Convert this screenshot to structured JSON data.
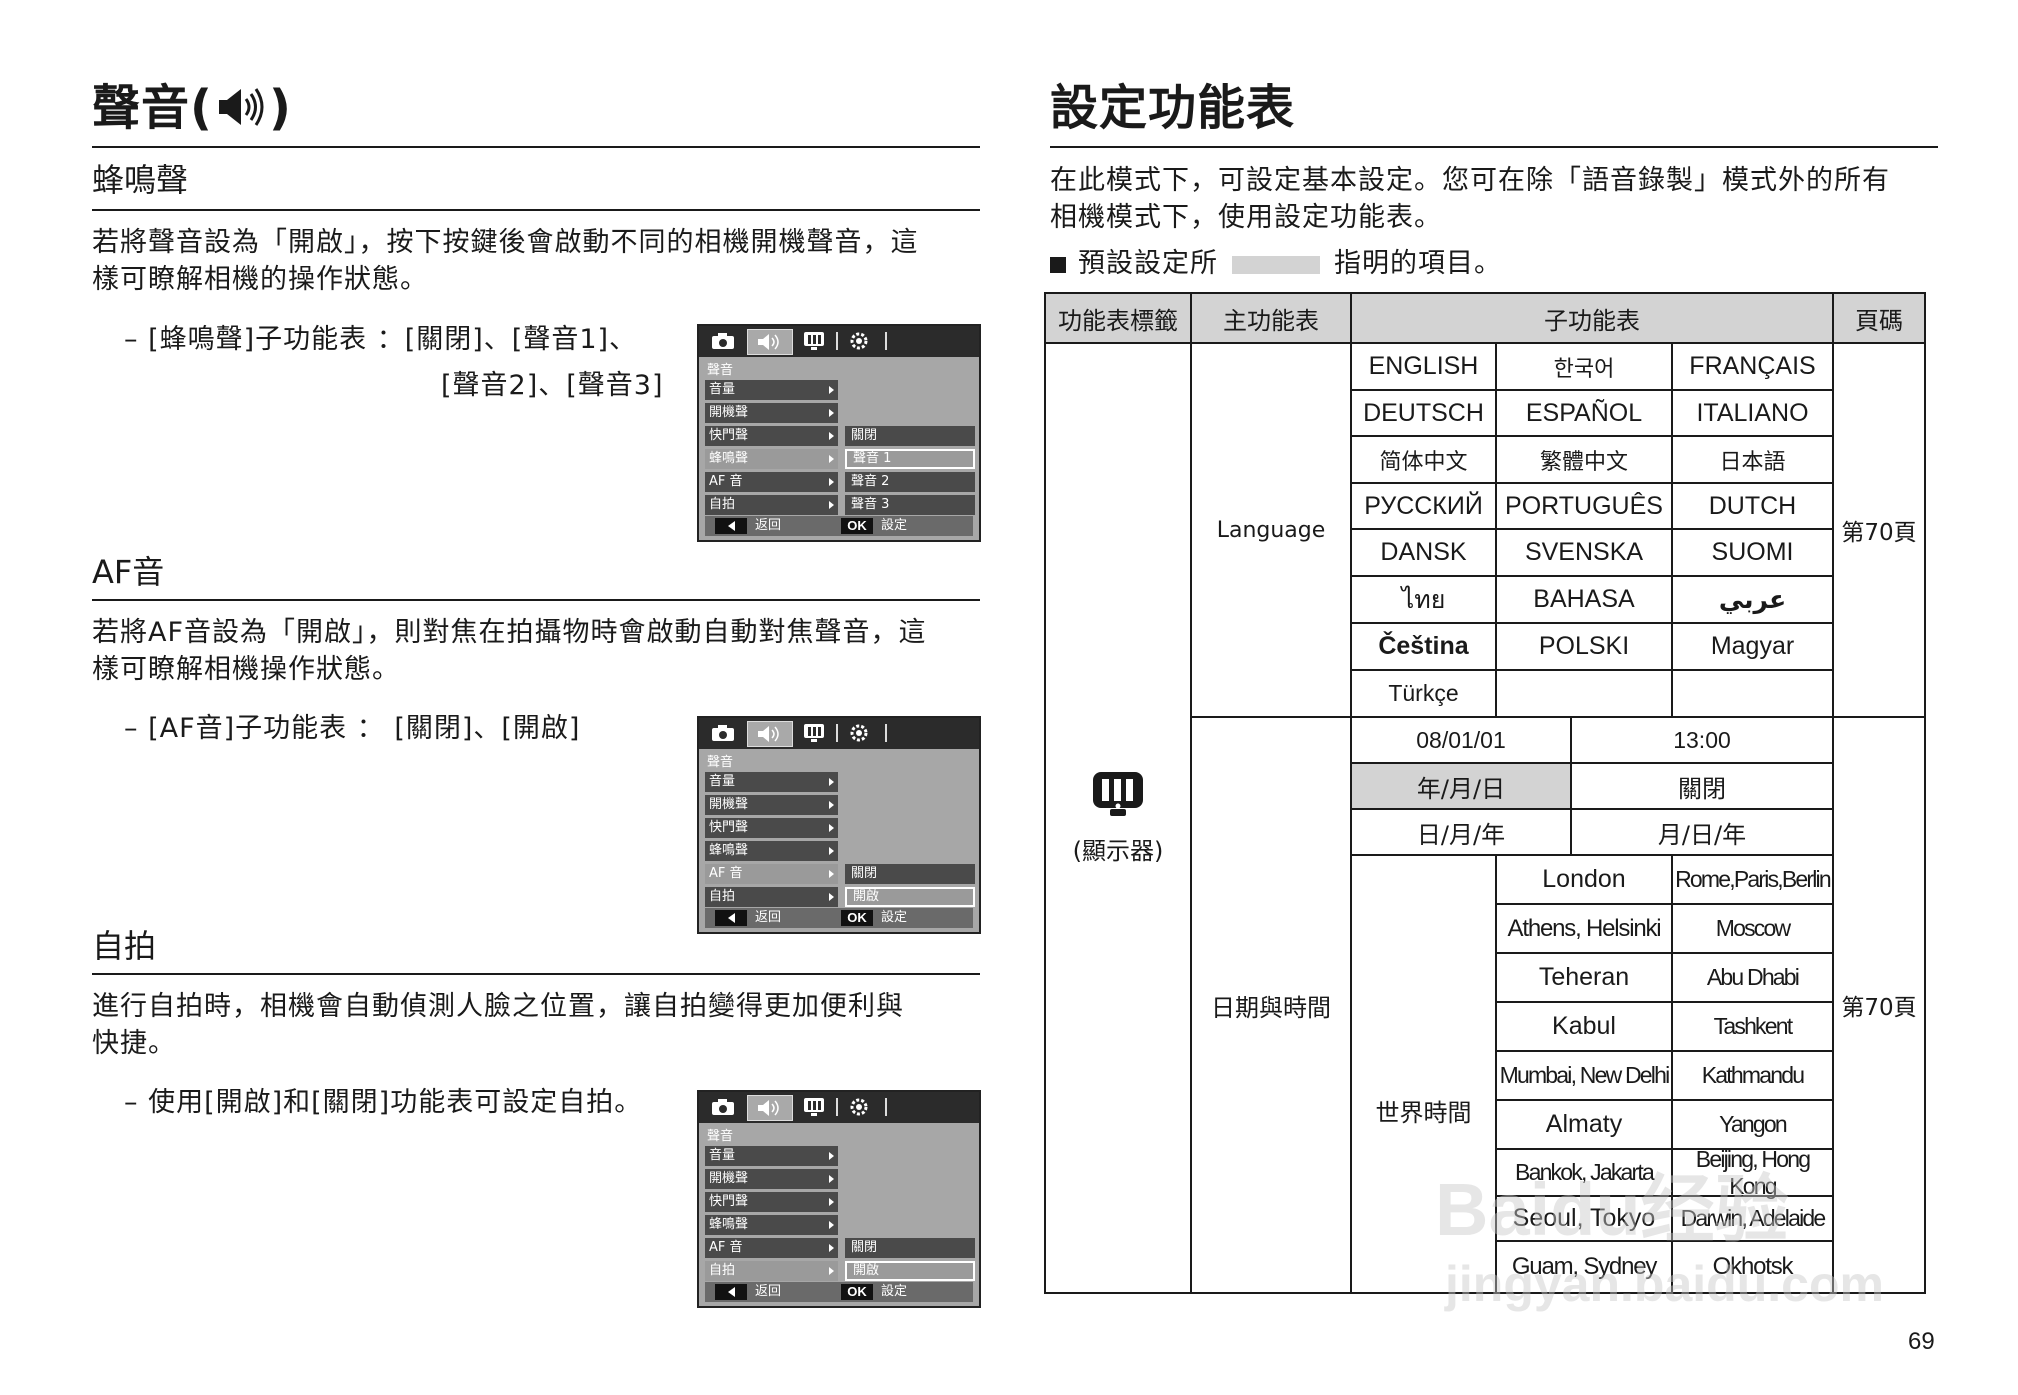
{
  "left_page": {
    "title": "聲音(",
    "title_close": ")",
    "sections": [
      {
        "heading": "蜂鳴聲",
        "body": [
          "若將聲音設為「開啟」，按下按鍵後會啟動不同的相機開機聲音，這",
          "樣可瞭解相機的操作狀態。"
        ],
        "bullet_line1": "–  [蜂鳴聲]子功能表  ：[關閉]、[聲音1]、",
        "bullet_line2": "[聲音2]、[聲音3]"
      },
      {
        "heading": "AF音",
        "body": [
          "若將AF音設為「開啟」，則對焦在拍攝物時會啟動自動對焦聲音，這",
          "樣可瞭解相機操作狀態。"
        ],
        "bullet_line1": "–  [AF音]子功能表  ：  [關閉]、[開啟]"
      },
      {
        "heading": "自拍",
        "body": [
          "進行自拍時，相機會自動偵測人臉之位置，讓自拍變得更加便利與",
          "快捷。"
        ],
        "bullet_line1": "–  使用[開啟]和[關閉]功能表可設定自拍。"
      }
    ],
    "camera_menu": {
      "tabs": [
        "camera-icon",
        "speaker-icon",
        "display-icon",
        "settings-gear-icon"
      ],
      "title": "聲音",
      "items": [
        "音量",
        "開機聲",
        "快門聲",
        "蜂鳴聲",
        "AF 音",
        "自拍"
      ],
      "back_label": "返回",
      "ok_key": "OK",
      "ok_label": "設定",
      "screens": [
        {
          "highlighted_item": 3,
          "options": [
            "關閉",
            "聲音 1",
            "聲音 2",
            "聲音 3"
          ],
          "options_start_row": 2,
          "selected_option": 1
        },
        {
          "highlighted_item": 4,
          "options": [
            "關閉",
            "開啟"
          ],
          "options_start_row": 4,
          "selected_option": 1
        },
        {
          "highlighted_item": 5,
          "options": [
            "關閉",
            "開啟"
          ],
          "options_start_row": 4,
          "selected_option": 1
        }
      ]
    }
  },
  "right_page": {
    "title": "設定功能表",
    "intro": [
      "在此模式下，可設定基本設定。您可在除「語音錄製」模式外的所有",
      "相機模式下，使用設定功能表。"
    ],
    "legend_prefix": "預設設定所",
    "legend_suffix": "指明的項目。",
    "default_highlight_color": "#d3d3d3",
    "table": {
      "headers": [
        "功能表標籤",
        "主功能表",
        "子功能表",
        "頁碼"
      ],
      "menu_tab": {
        "icon": "display-icon",
        "label": "(顯示器)"
      },
      "language": {
        "main": "Language",
        "rows": [
          [
            "ENGLISH",
            "한국어",
            "FRANÇAIS"
          ],
          [
            "DEUTSCH",
            "ESPAÑOL",
            "ITALIANO"
          ],
          [
            "简体中文",
            "繁體中文",
            "日本語"
          ],
          [
            "РУССКИЙ",
            "PORTUGUÊS",
            "DUTCH"
          ],
          [
            "DANSK",
            "SVENSKA",
            "SUOMI"
          ],
          [
            "ไทย",
            "BAHASA",
            "عربي"
          ],
          [
            "Čeština",
            "POLSKI",
            "Magyar"
          ],
          [
            "Türkçe",
            "",
            ""
          ]
        ],
        "page": "第70頁"
      },
      "datetime": {
        "main": "日期與時間",
        "rows": [
          [
            "08/01/01",
            "13:00"
          ],
          [
            "年/月/日",
            "關閉"
          ],
          [
            "日/月/年",
            "月/日/年"
          ]
        ],
        "default_cell": "年/月/日",
        "world_time_label": "世界時間",
        "world_time": [
          [
            "London",
            "Rome,Paris,Berlin"
          ],
          [
            "Athens, Helsinki",
            "Moscow"
          ],
          [
            "Teheran",
            "Abu Dhabi"
          ],
          [
            "Kabul",
            "Tashkent"
          ],
          [
            "Mumbai, New Delhi",
            "Kathmandu"
          ],
          [
            "Almaty",
            "Yangon"
          ],
          [
            "Bankok, Jakarta",
            "Beijing, Hong Kong"
          ],
          [
            "Seoul, Tokyo",
            "Darwin, Adelaide"
          ],
          [
            "Guam, Sydney",
            "Okhotsk"
          ]
        ],
        "page": "第70頁"
      }
    },
    "page_number": "69"
  },
  "watermark": {
    "line1": "Baidu经验",
    "line2": "jingyan.baidu.com"
  }
}
